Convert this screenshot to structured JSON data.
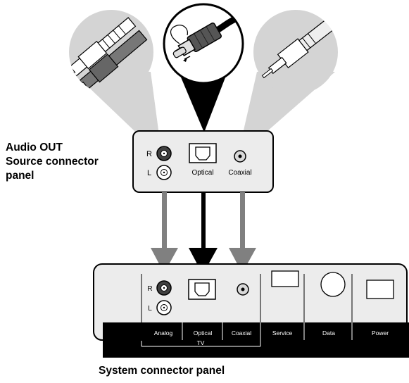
{
  "source_panel": {
    "title_line1": "Audio OUT",
    "title_line2": "Source connector",
    "title_line3": "panel",
    "jack_r": "R",
    "jack_l": "L",
    "optical": "Optical",
    "coaxial": "Coaxial"
  },
  "system_panel": {
    "title": "System connector panel",
    "jack_r": "R",
    "jack_l": "L",
    "labels": {
      "analog": "Analog",
      "optical": "Optical",
      "coaxial": "Coaxial",
      "service": "Service",
      "data": "Data",
      "power": "Power",
      "tv": "TV"
    }
  },
  "colors": {
    "panel_fill": "#ececec",
    "circle_fill": "#d4d4d4",
    "arrow_gray": "#808080",
    "arrow_black": "#000000",
    "label_bar": "#000000"
  },
  "icons": [
    "rca-plug-pair",
    "optical-toslink-plug",
    "coaxial-plug"
  ]
}
